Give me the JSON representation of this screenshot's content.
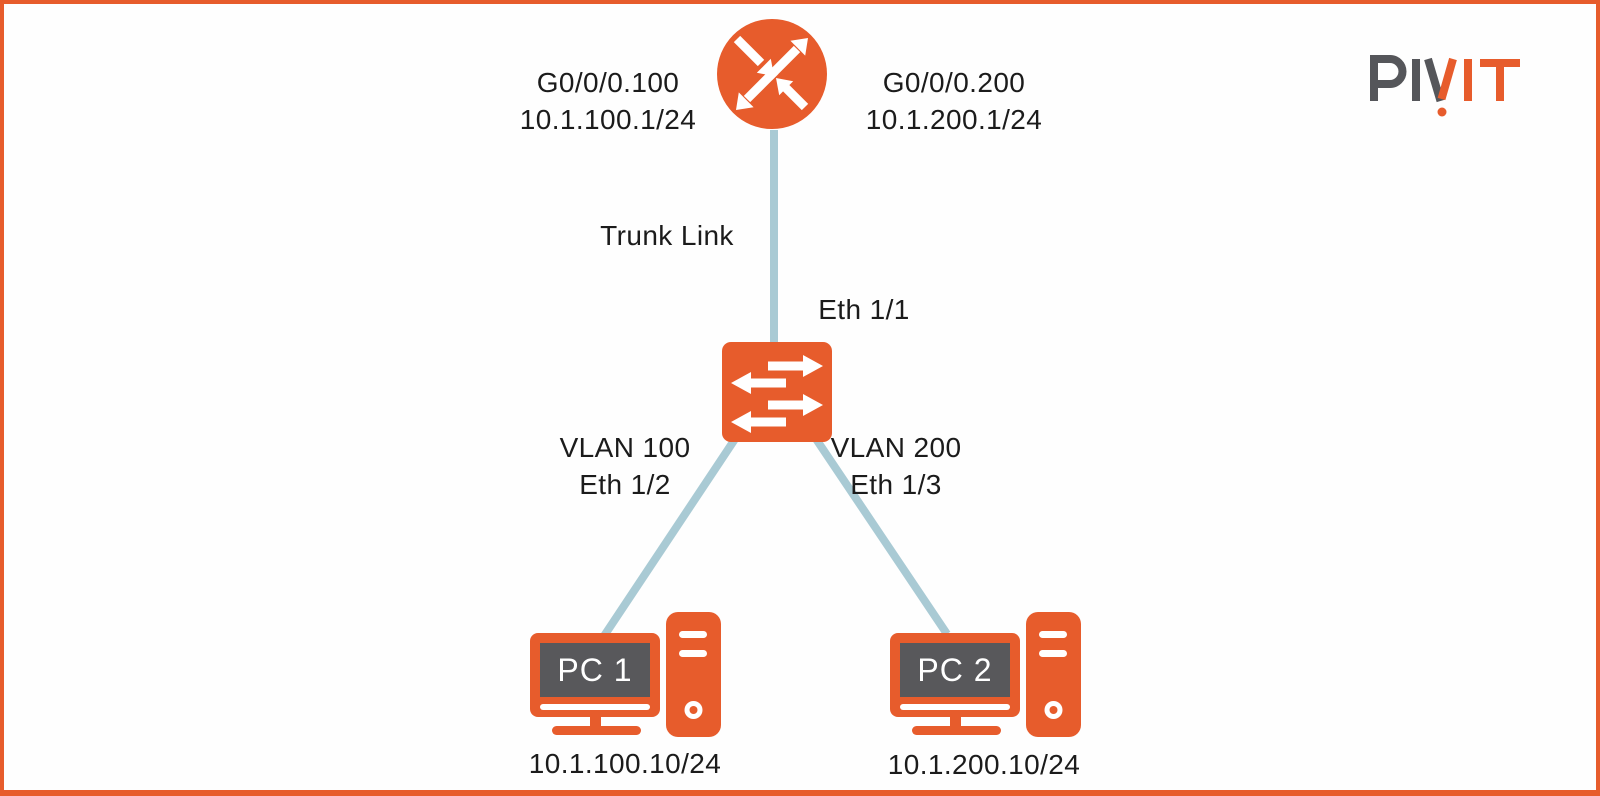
{
  "colors": {
    "accent_orange": "#e75c2c",
    "link_blue": "#a9cad4",
    "screen_gray": "#58585b",
    "logo_gray": "#55565a",
    "text_dark": "#1b1b1b",
    "background": "#fefefe"
  },
  "logo": {
    "text": "PIVIT"
  },
  "nodes": {
    "router": {
      "left_interface": {
        "line1": "G0/0/0.100",
        "line2": "10.1.100.1/24"
      },
      "right_interface": {
        "line1": "G0/0/0.200",
        "line2": "10.1.200.1/24"
      }
    },
    "switch": {
      "uplink_port": "Eth 1/1"
    },
    "pc1": {
      "name": "PC 1",
      "ip": "10.1.100.10/24"
    },
    "pc2": {
      "name": "PC 2",
      "ip": "10.1.200.10/24"
    }
  },
  "links": {
    "trunk": {
      "label": "Trunk Link"
    },
    "left_access": {
      "vlan": "VLAN 100",
      "port": "Eth 1/2"
    },
    "right_access": {
      "vlan": "VLAN 200",
      "port": "Eth 1/3"
    }
  }
}
